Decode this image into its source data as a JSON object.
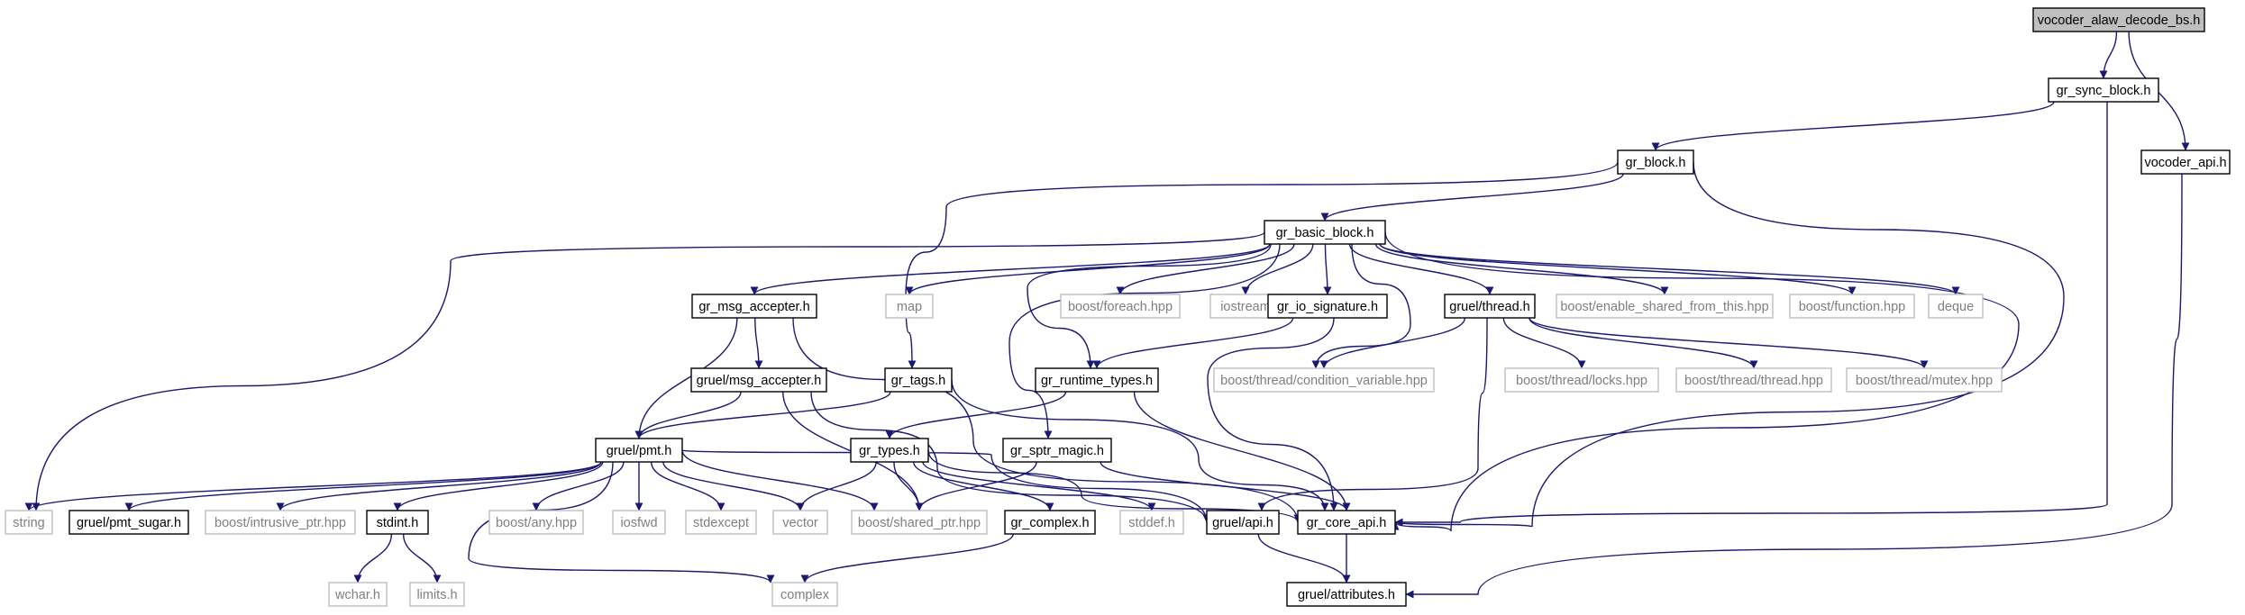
{
  "graph": {
    "title": "vocoder_alaw_decode_bs.h",
    "colors": {
      "edge": "#191970",
      "root_fill": "#bfbfbf",
      "header_stroke": "#000000",
      "external_stroke": "#bfbfbf",
      "external_text": "#7f7f7f"
    },
    "nodes": [
      {
        "id": "vocoder_alaw_decode_bs_h",
        "label": "vocoder_alaw_decode_bs.h",
        "kind": "root"
      },
      {
        "id": "gr_sync_block_h",
        "label": "gr_sync_block.h",
        "kind": "header"
      },
      {
        "id": "vocoder_api_h",
        "label": "vocoder_api.h",
        "kind": "header"
      },
      {
        "id": "gr_block_h",
        "label": "gr_block.h",
        "kind": "header"
      },
      {
        "id": "gr_basic_block_h",
        "label": "gr_basic_block.h",
        "kind": "header"
      },
      {
        "id": "gr_msg_accepter_h",
        "label": "gr_msg_accepter.h",
        "kind": "header"
      },
      {
        "id": "map",
        "label": "map",
        "kind": "external"
      },
      {
        "id": "boost_foreach_hpp",
        "label": "boost/foreach.hpp",
        "kind": "external"
      },
      {
        "id": "iostream",
        "label": "iostream",
        "kind": "external"
      },
      {
        "id": "gr_io_signature_h",
        "label": "gr_io_signature.h",
        "kind": "header"
      },
      {
        "id": "gruel_thread_h",
        "label": "gruel/thread.h",
        "kind": "header"
      },
      {
        "id": "boost_enable_shared_from_this_hpp",
        "label": "boost/enable_shared_from_this.hpp",
        "kind": "external"
      },
      {
        "id": "boost_function_hpp",
        "label": "boost/function.hpp",
        "kind": "external"
      },
      {
        "id": "deque",
        "label": "deque",
        "kind": "external"
      },
      {
        "id": "gruel_msg_accepter_h",
        "label": "gruel/msg_accepter.h",
        "kind": "header"
      },
      {
        "id": "gr_tags_h",
        "label": "gr_tags.h",
        "kind": "header"
      },
      {
        "id": "gr_runtime_types_h",
        "label": "gr_runtime_types.h",
        "kind": "header"
      },
      {
        "id": "boost_thread_condition_variable_hpp",
        "label": "boost/thread/condition_variable.hpp",
        "kind": "external"
      },
      {
        "id": "boost_thread_locks_hpp",
        "label": "boost/thread/locks.hpp",
        "kind": "external"
      },
      {
        "id": "boost_thread_thread_hpp",
        "label": "boost/thread/thread.hpp",
        "kind": "external"
      },
      {
        "id": "boost_thread_mutex_hpp",
        "label": "boost/thread/mutex.hpp",
        "kind": "external"
      },
      {
        "id": "gruel_pmt_h",
        "label": "gruel/pmt.h",
        "kind": "header"
      },
      {
        "id": "gr_types_h",
        "label": "gr_types.h",
        "kind": "header"
      },
      {
        "id": "gr_sptr_magic_h",
        "label": "gr_sptr_magic.h",
        "kind": "header"
      },
      {
        "id": "string",
        "label": "string",
        "kind": "external"
      },
      {
        "id": "gruel_pmt_sugar_h",
        "label": "gruel/pmt_sugar.h",
        "kind": "header"
      },
      {
        "id": "boost_intrusive_ptr_hpp",
        "label": "boost/intrusive_ptr.hpp",
        "kind": "external"
      },
      {
        "id": "stdint_h",
        "label": "stdint.h",
        "kind": "header"
      },
      {
        "id": "boost_any_hpp",
        "label": "boost/any.hpp",
        "kind": "external"
      },
      {
        "id": "iosfwd",
        "label": "iosfwd",
        "kind": "external"
      },
      {
        "id": "stdexcept",
        "label": "stdexcept",
        "kind": "external"
      },
      {
        "id": "vector",
        "label": "vector",
        "kind": "external"
      },
      {
        "id": "boost_shared_ptr_hpp",
        "label": "boost/shared_ptr.hpp",
        "kind": "external"
      },
      {
        "id": "gr_complex_h",
        "label": "gr_complex.h",
        "kind": "header"
      },
      {
        "id": "stddef_h",
        "label": "stddef.h",
        "kind": "external"
      },
      {
        "id": "gruel_api_h",
        "label": "gruel/api.h",
        "kind": "header"
      },
      {
        "id": "gr_core_api_h",
        "label": "gr_core_api.h",
        "kind": "header"
      },
      {
        "id": "wchar_h",
        "label": "wchar.h",
        "kind": "external"
      },
      {
        "id": "limits_h",
        "label": "limits.h",
        "kind": "external"
      },
      {
        "id": "complex",
        "label": "complex",
        "kind": "external"
      },
      {
        "id": "gruel_attributes_h",
        "label": "gruel/attributes.h",
        "kind": "header"
      }
    ],
    "edges": [
      {
        "from": "vocoder_alaw_decode_bs_h",
        "to": "gr_sync_block_h"
      },
      {
        "from": "vocoder_alaw_decode_bs_h",
        "to": "vocoder_api_h"
      },
      {
        "from": "gr_sync_block_h",
        "to": "gr_block_h"
      },
      {
        "from": "gr_sync_block_h",
        "to": "gr_core_api_h"
      },
      {
        "from": "vocoder_api_h",
        "to": "gruel_attributes_h"
      },
      {
        "from": "gr_block_h",
        "to": "gr_basic_block_h"
      },
      {
        "from": "gr_block_h",
        "to": "gr_tags_h"
      },
      {
        "from": "gr_block_h",
        "to": "gr_core_api_h"
      },
      {
        "from": "gr_basic_block_h",
        "to": "string"
      },
      {
        "from": "gr_basic_block_h",
        "to": "gr_msg_accepter_h"
      },
      {
        "from": "gr_basic_block_h",
        "to": "map"
      },
      {
        "from": "gr_basic_block_h",
        "to": "boost_foreach_hpp"
      },
      {
        "from": "gr_basic_block_h",
        "to": "iostream"
      },
      {
        "from": "gr_basic_block_h",
        "to": "gr_io_signature_h"
      },
      {
        "from": "gr_basic_block_h",
        "to": "gruel_thread_h"
      },
      {
        "from": "gr_basic_block_h",
        "to": "boost_enable_shared_from_this_hpp"
      },
      {
        "from": "gr_basic_block_h",
        "to": "boost_function_hpp"
      },
      {
        "from": "gr_basic_block_h",
        "to": "deque"
      },
      {
        "from": "gr_basic_block_h",
        "to": "gr_runtime_types_h"
      },
      {
        "from": "gr_basic_block_h",
        "to": "gr_sptr_magic_h"
      },
      {
        "from": "gr_basic_block_h",
        "to": "boost_thread_condition_variable_hpp"
      },
      {
        "from": "gr_basic_block_h",
        "to": "gr_core_api_h"
      },
      {
        "from": "gr_msg_accepter_h",
        "to": "gruel_msg_accepter_h"
      },
      {
        "from": "gr_msg_accepter_h",
        "to": "gruel_pmt_h"
      },
      {
        "from": "gr_msg_accepter_h",
        "to": "gr_core_api_h"
      },
      {
        "from": "gr_io_signature_h",
        "to": "gr_runtime_types_h"
      },
      {
        "from": "gr_io_signature_h",
        "to": "gr_core_api_h"
      },
      {
        "from": "gruel_thread_h",
        "to": "boost_thread_condition_variable_hpp"
      },
      {
        "from": "gruel_thread_h",
        "to": "boost_thread_locks_hpp"
      },
      {
        "from": "gruel_thread_h",
        "to": "boost_thread_thread_hpp"
      },
      {
        "from": "gruel_thread_h",
        "to": "boost_thread_mutex_hpp"
      },
      {
        "from": "gruel_thread_h",
        "to": "gruel_api_h"
      },
      {
        "from": "gruel_msg_accepter_h",
        "to": "gruel_pmt_h"
      },
      {
        "from": "gruel_msg_accepter_h",
        "to": "boost_shared_ptr_hpp"
      },
      {
        "from": "gruel_msg_accepter_h",
        "to": "gruel_api_h"
      },
      {
        "from": "gr_tags_h",
        "to": "gruel_pmt_h"
      },
      {
        "from": "gr_tags_h",
        "to": "gr_core_api_h"
      },
      {
        "from": "gr_runtime_types_h",
        "to": "gr_types_h"
      },
      {
        "from": "gr_runtime_types_h",
        "to": "gr_core_api_h"
      },
      {
        "from": "gr_sptr_magic_h",
        "to": "boost_shared_ptr_hpp"
      },
      {
        "from": "gr_sptr_magic_h",
        "to": "gr_core_api_h"
      },
      {
        "from": "gr_types_h",
        "to": "vector"
      },
      {
        "from": "gr_types_h",
        "to": "boost_shared_ptr_hpp"
      },
      {
        "from": "gr_types_h",
        "to": "gr_complex_h"
      },
      {
        "from": "gr_types_h",
        "to": "stddef_h"
      },
      {
        "from": "gr_types_h",
        "to": "gr_core_api_h"
      },
      {
        "from": "gruel_pmt_h",
        "to": "string"
      },
      {
        "from": "gruel_pmt_h",
        "to": "gruel_pmt_sugar_h"
      },
      {
        "from": "gruel_pmt_h",
        "to": "boost_intrusive_ptr_hpp"
      },
      {
        "from": "gruel_pmt_h",
        "to": "stdint_h"
      },
      {
        "from": "gruel_pmt_h",
        "to": "complex"
      },
      {
        "from": "gruel_pmt_h",
        "to": "boost_any_hpp"
      },
      {
        "from": "gruel_pmt_h",
        "to": "iosfwd"
      },
      {
        "from": "gruel_pmt_h",
        "to": "stdexcept"
      },
      {
        "from": "gruel_pmt_h",
        "to": "vector"
      },
      {
        "from": "gruel_pmt_h",
        "to": "boost_shared_ptr_hpp"
      },
      {
        "from": "gruel_pmt_h",
        "to": "gruel_api_h"
      },
      {
        "from": "stdint_h",
        "to": "wchar_h"
      },
      {
        "from": "stdint_h",
        "to": "limits_h"
      },
      {
        "from": "gr_complex_h",
        "to": "complex"
      },
      {
        "from": "gruel_api_h",
        "to": "gruel_attributes_h"
      },
      {
        "from": "gr_core_api_h",
        "to": "gruel_attributes_h"
      }
    ]
  }
}
